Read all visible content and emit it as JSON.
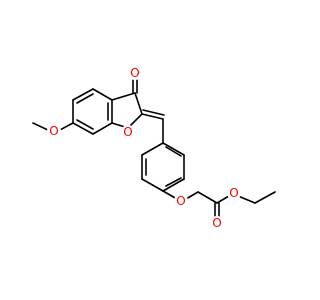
{
  "colors": {
    "bond": "#000000",
    "oxygen": "#ff0000",
    "background": "#ffffff"
  },
  "atoms": {
    "ketone_o": "O",
    "ring_o": "O",
    "methoxy_o": "O",
    "ether_o": "O",
    "carbonyl_o": "O",
    "ester_o": "O"
  }
}
